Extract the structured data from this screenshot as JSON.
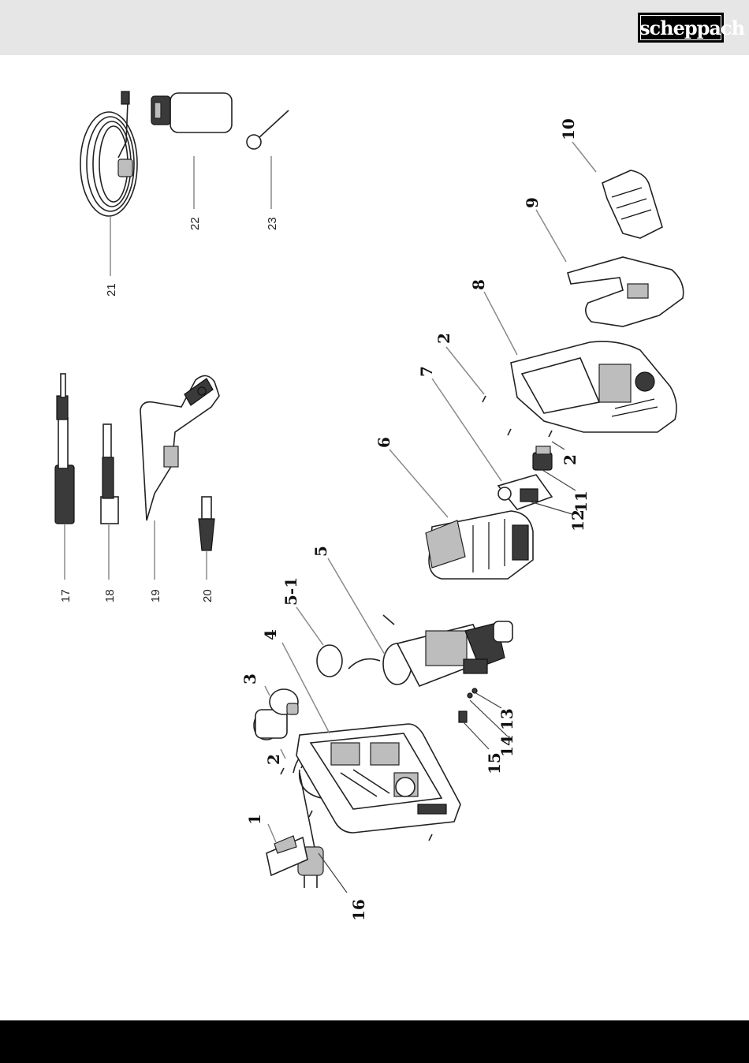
{
  "brand": {
    "logo_text": "scheppach"
  },
  "part_labels": [
    "1",
    "2",
    "3",
    "4",
    "5-1",
    "5",
    "6",
    "7",
    "2",
    "8",
    "9",
    "10",
    "11",
    "2",
    "12",
    "13",
    "14",
    "15",
    "16",
    "17",
    "18",
    "19",
    "20",
    "21",
    "22",
    "23"
  ],
  "colors": {
    "header_band": "#e6e6e6",
    "footer_band": "#000000",
    "line": "#222222"
  }
}
